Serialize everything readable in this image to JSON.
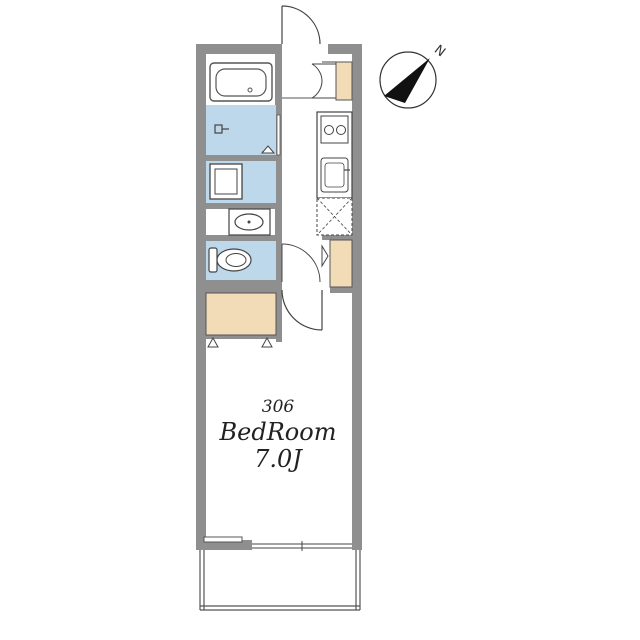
{
  "unit_number": "306",
  "room_name": "BedRoom",
  "room_size": "7.0J",
  "compass_label": "N",
  "colors": {
    "wall": "#8f8f8f",
    "wet_area": "#bcd8ea",
    "storage": "#f2dcb7",
    "line": "#444444",
    "background": "#ffffff"
  }
}
